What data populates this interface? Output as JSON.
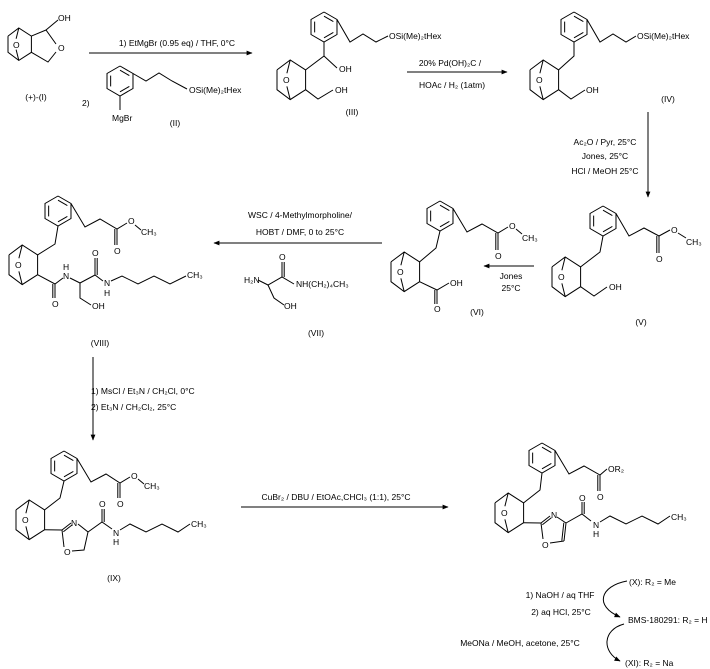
{
  "compounds": {
    "I": {
      "label": "(+)-(I)",
      "oh": "OH",
      "o_ring": "O",
      "o_bridge": "O"
    },
    "II": {
      "label": "(II)",
      "step_prefix": "2)",
      "silyl": "OSi(Me)₂tHex",
      "mgbr": "MgBr"
    },
    "III": {
      "label": "(III)",
      "silyl": "OSi(Me)₂tHex",
      "oh1": "OH",
      "oh2": "OH",
      "o_bridge": "O"
    },
    "IV": {
      "label": "(IV)",
      "silyl": "OSi(Me)₂tHex",
      "oh": "OH",
      "o_bridge": "O"
    },
    "V": {
      "label": "(V)",
      "ester_o": "O",
      "ch3": "CH₃",
      "carbonyl_o": "O",
      "oh": "OH",
      "o_bridge": "O"
    },
    "VI": {
      "label": "(VI)",
      "ester_o": "O",
      "ch3": "CH₃",
      "carbonyl_o": "O",
      "acid_oh": "OH",
      "acid_o": "O",
      "o_bridge": "O"
    },
    "VII": {
      "label": "(VII)",
      "h2n": "H₂N",
      "o": "O",
      "amide": "NH(CH₂)₄CH₃",
      "oh": "OH"
    },
    "VIII": {
      "label": "(VIII)",
      "ester_o": "O",
      "ch3": "CH₃",
      "carbonyl_o": "O",
      "amide1_o": "O",
      "n1": "N",
      "h1": "H",
      "amide2_o": "O",
      "n2": "N",
      "h2": "H",
      "ch3_end": "CH₃",
      "oh": "OH",
      "o_bridge": "O"
    },
    "IX": {
      "label": "(IX)",
      "ester_o": "O",
      "ch3": "CH₃",
      "carbonyl_o": "O",
      "ring_n": "N",
      "ring_o": "O",
      "amide_o": "O",
      "n": "N",
      "h": "H",
      "ch3_end": "CH₃",
      "o_bridge": "O"
    },
    "X": {
      "ester": "OR₂",
      "carbonyl_o": "O",
      "ring_n": "N",
      "ring_o": "O",
      "amide_o": "O",
      "n": "N",
      "h": "H",
      "ch3_end": "CH₃",
      "o_bridge": "O"
    }
  },
  "reactions": {
    "step1": "1) EtMgBr (0.95 eq) / THF, 0°C",
    "step2_line1": "20% Pd(OH)₂C /",
    "step2_line2": "HOAc / H₂ (1atm)",
    "step3_line1": "Ac₂O / Pyr, 25°C",
    "step3_line2": "Jones, 25°C",
    "step3_line3": "HCl / MeOH 25°C",
    "step4_line1": "Jones",
    "step4_line2": "25°C",
    "step5_line1": "WSC / 4-Methylmorpholine/",
    "step5_line2": "HOBT / DMF, 0 to 25°C",
    "step6_line1": "1) MsCl / Et₃N / CH₂Cl, 0°C",
    "step6_line2": "2) Et₃N / CH₂Cl₂, 25°C",
    "step7": "CuBr₂ / DBU / EtOAc,CHCl₃ (1:1), 25°C"
  },
  "final": {
    "x_label": "(X): R₂ = Me",
    "hydrolysis_line1": "1) NaOH / aq THF",
    "hydrolysis_line2": "2) aq HCl, 25°C",
    "bms_label": "BMS-180291: R₂ = H",
    "salt_conditions": "MeONa / MeOH, acetone, 25°C",
    "xi_label": "(XI): R₂ = Na"
  }
}
